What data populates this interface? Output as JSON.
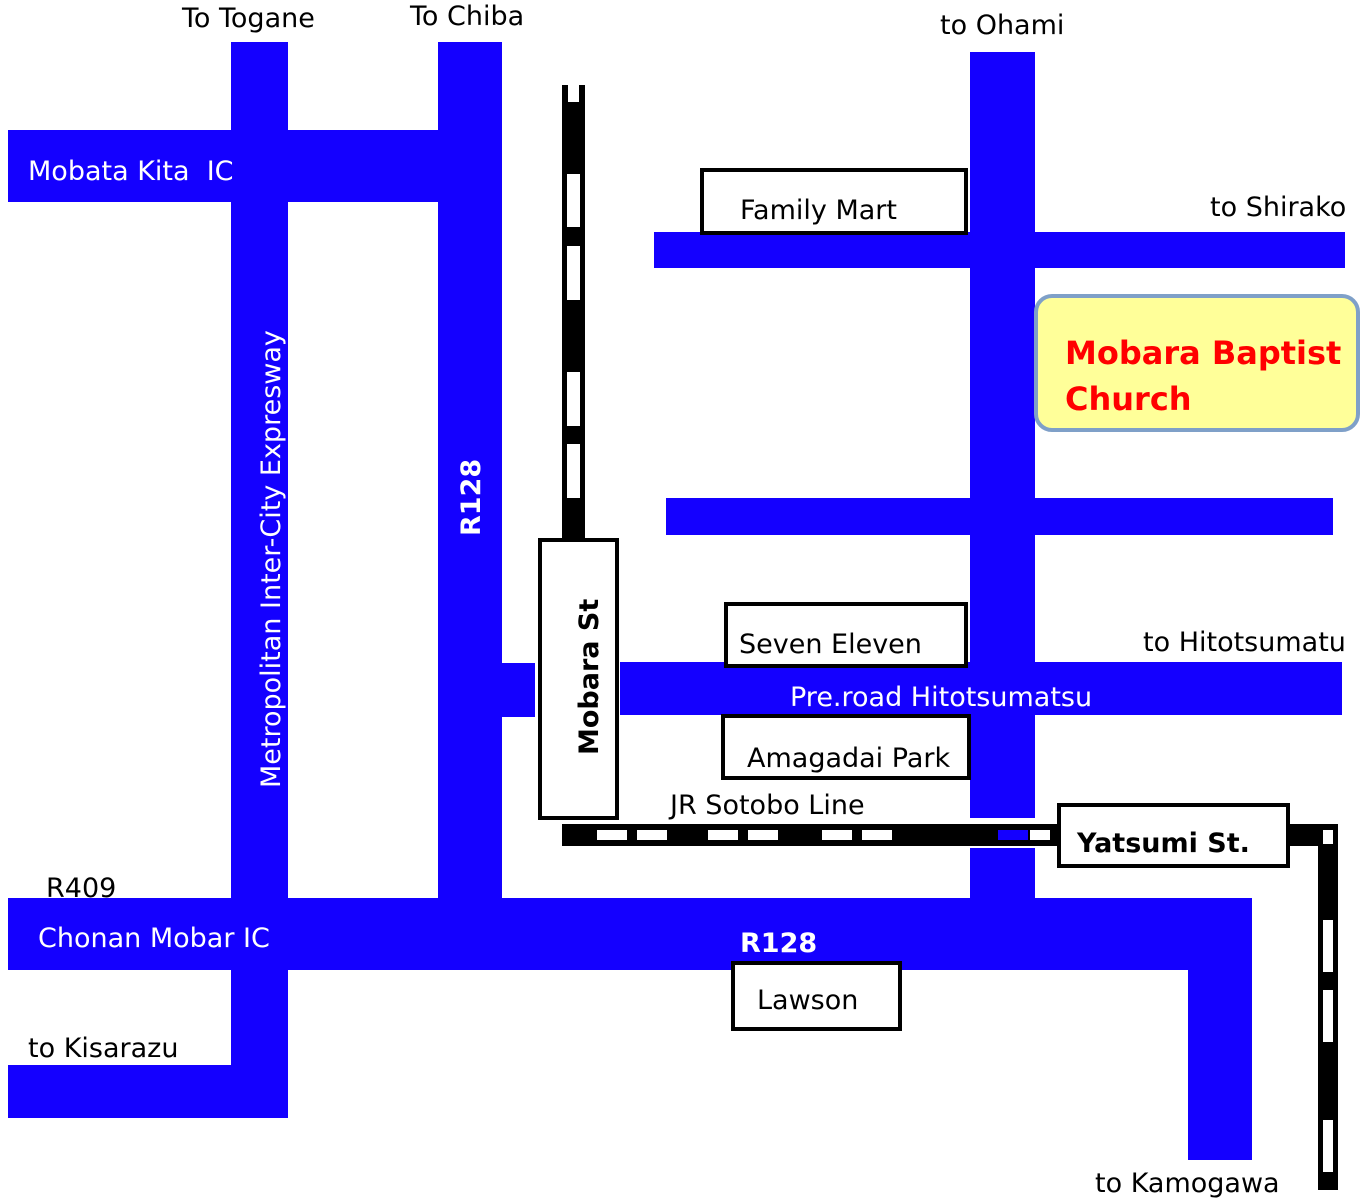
{
  "colors": {
    "road": "#1400ff",
    "church_text": "#ff0000",
    "church_fill": "#ffff99",
    "church_border": "#7fa0c8"
  },
  "directions": {
    "togane": "To Togane",
    "chiba": "To Chiba",
    "ohami": "to Ohami",
    "shirako": "to Shirako",
    "hitotsumatu": "to Hitotsumatu",
    "kisarazu": "to Kisarazu",
    "kamogawa": "to Kamogawa"
  },
  "roads": {
    "mobata_kita_ic": "Mobata Kita  IC",
    "expressway": "Metropolitan Inter-City Expresway",
    "r128_vertical": "R128",
    "r128_horizontal": "R128",
    "r409": "R409",
    "chonan_ic": "Chonan Mobar IC",
    "hitotsumatsu": "Pre.road Hitotsumatsu"
  },
  "railway": {
    "line": "JR Sotobo Line"
  },
  "landmarks": {
    "family_mart": "Family Mart",
    "seven_eleven": "Seven Eleven",
    "amagadai_park": "Amagadai Park",
    "lawson": "Lawson",
    "mobara_st": "Mobara St",
    "yatsumi_st": "Yatsumi St."
  },
  "church": {
    "line1": "Mobara Baptist",
    "line2": "Church"
  }
}
